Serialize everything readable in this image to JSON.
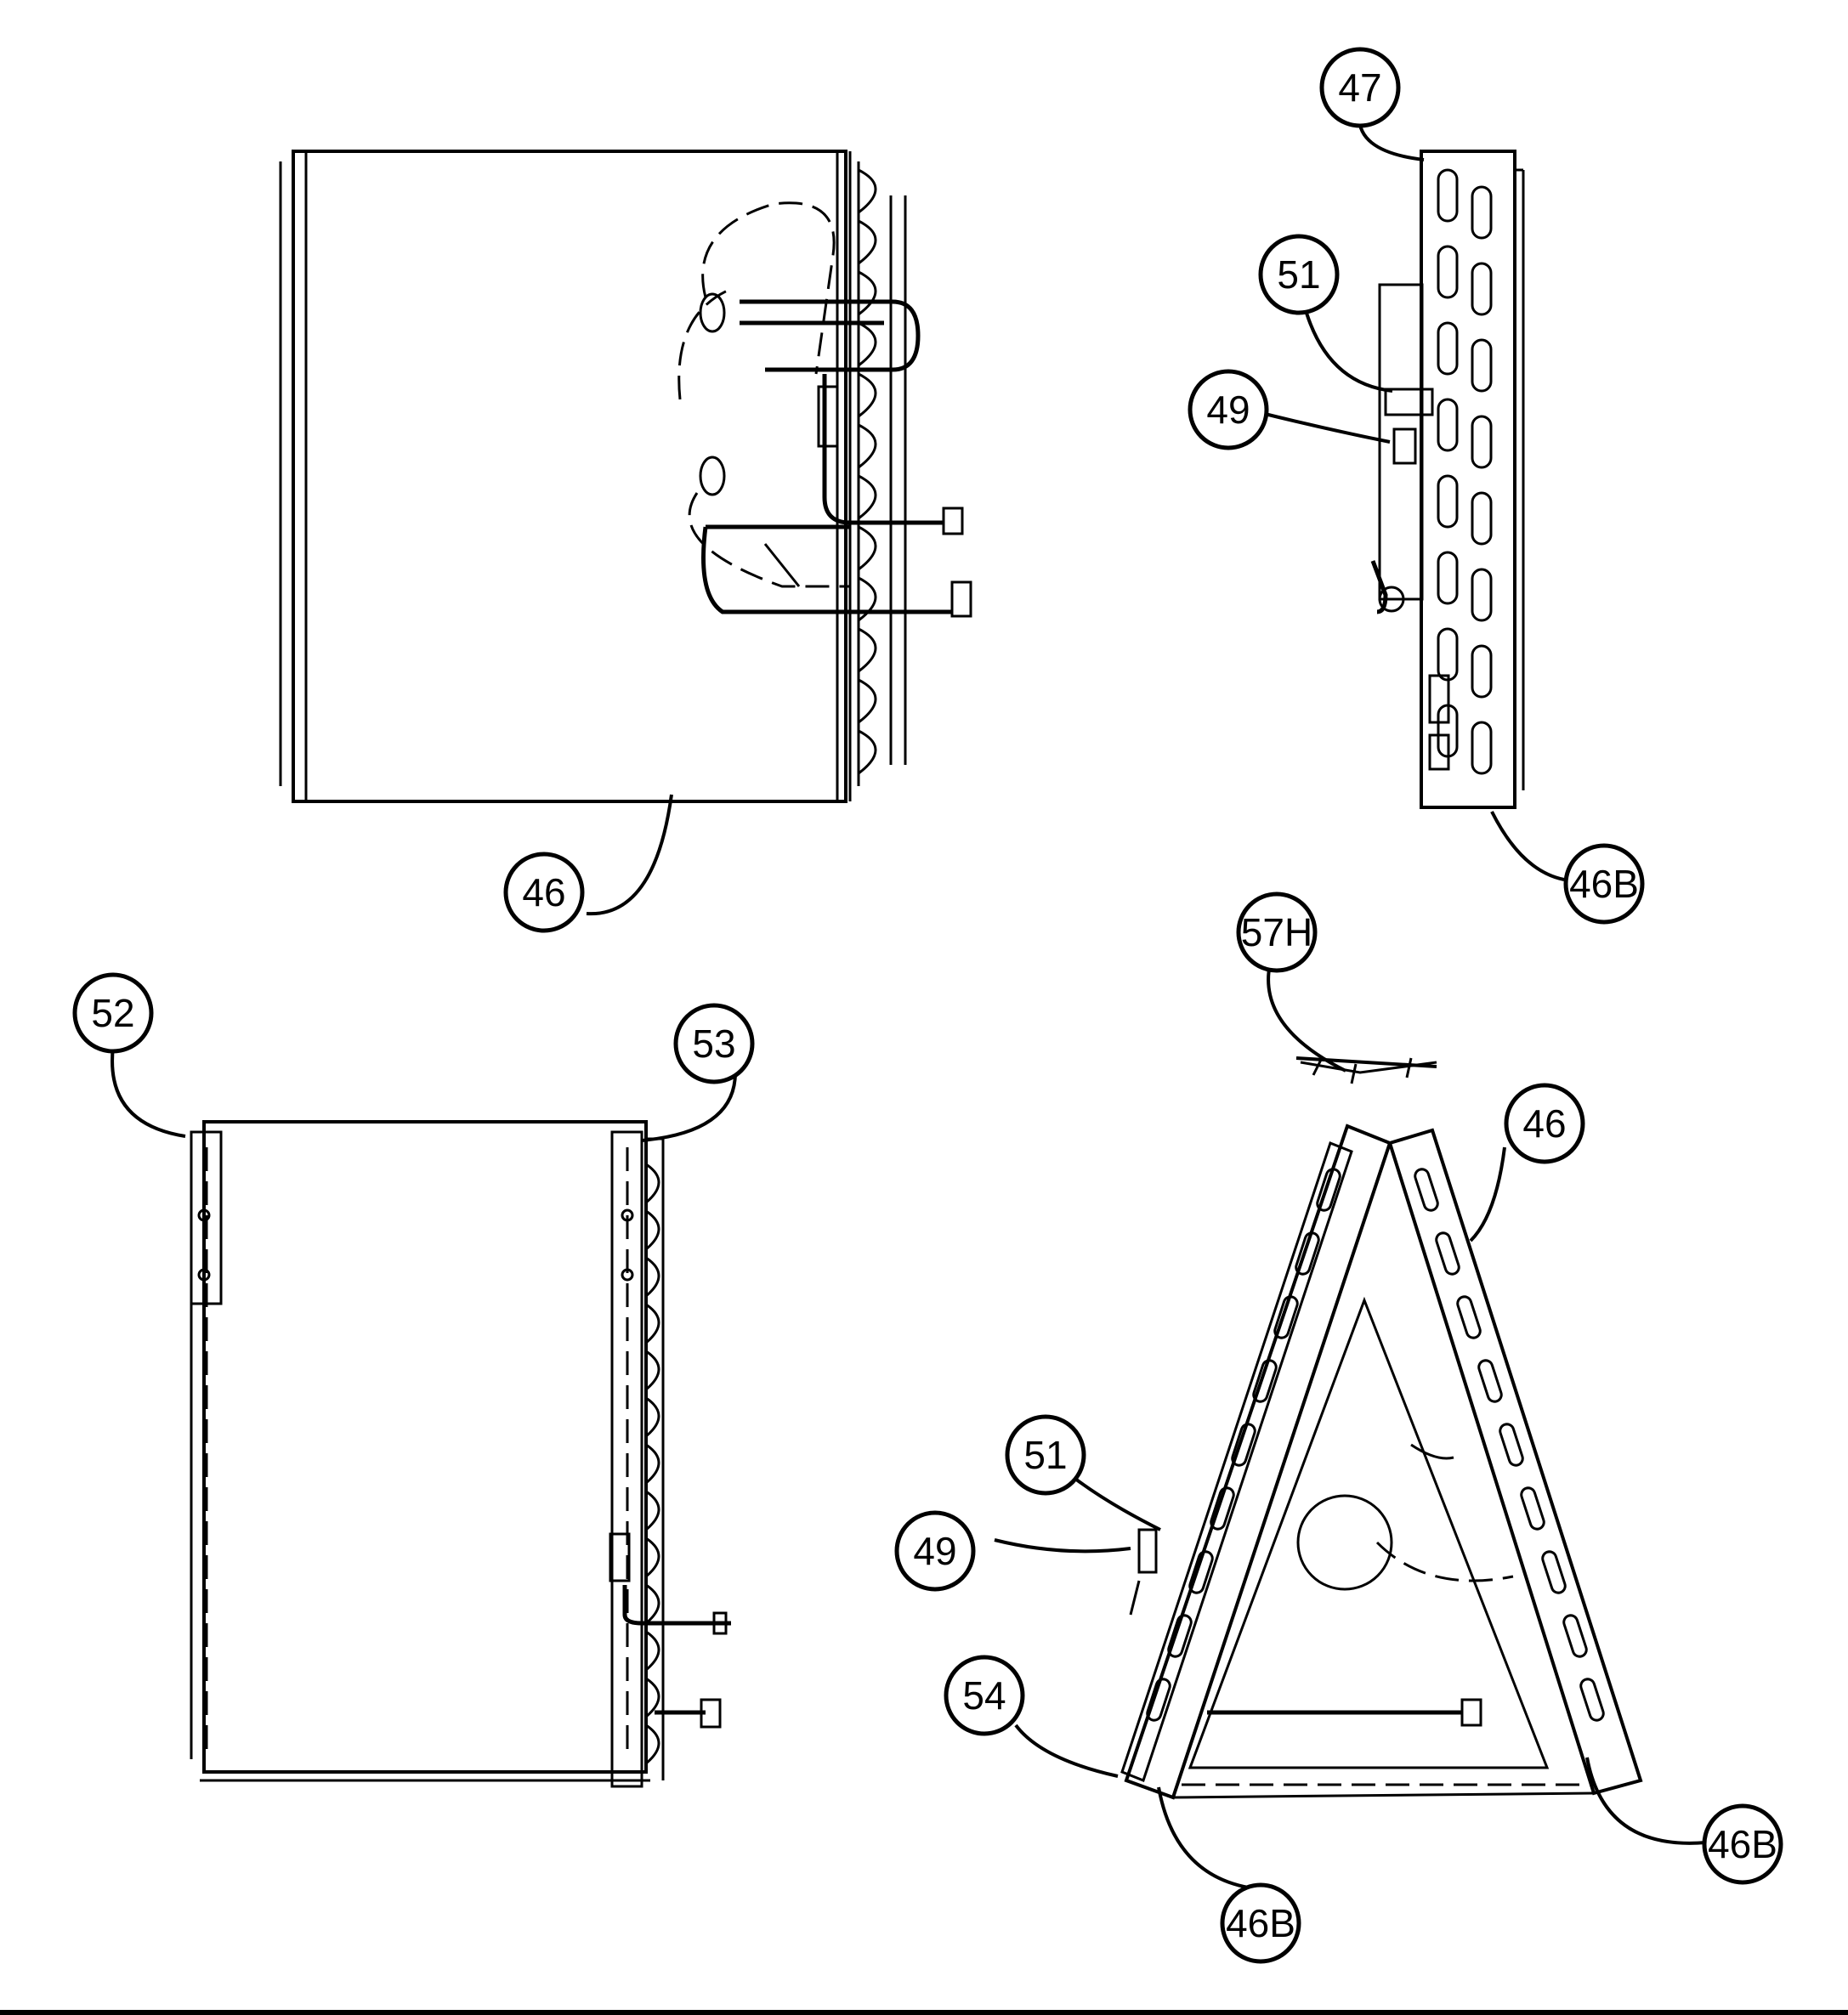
{
  "callouts": [
    {
      "id": "c46-top",
      "label": "46"
    },
    {
      "id": "c47",
      "label": "47"
    },
    {
      "id": "c51-top",
      "label": "51"
    },
    {
      "id": "c49-top",
      "label": "49"
    },
    {
      "id": "c46b-top",
      "label": "46B"
    },
    {
      "id": "c57h",
      "label": "57H"
    },
    {
      "id": "c52",
      "label": "52"
    },
    {
      "id": "c53",
      "label": "53"
    },
    {
      "id": "c46-acoil",
      "label": "46"
    },
    {
      "id": "c51-acoil",
      "label": "51"
    },
    {
      "id": "c49-acoil",
      "label": "49"
    },
    {
      "id": "c54",
      "label": "54"
    },
    {
      "id": "c46b-left",
      "label": "46B"
    },
    {
      "id": "c46b-right",
      "label": "46B"
    }
  ]
}
